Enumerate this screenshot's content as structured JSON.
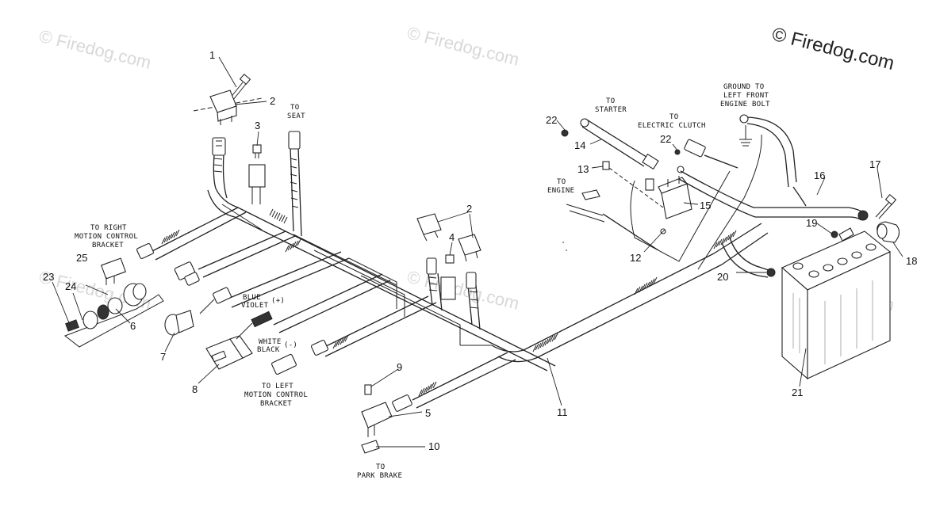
{
  "watermark": {
    "main": "© Firedog.com",
    "faint": "© Firedog.com"
  },
  "callouts": [
    "1",
    "2",
    "3",
    "2",
    "4",
    "5",
    "6",
    "7",
    "8",
    "9",
    "10",
    "11",
    "12",
    "13",
    "14",
    "15",
    "16",
    "17",
    "18",
    "19",
    "20",
    "21",
    "22",
    "22",
    "23",
    "24",
    "25"
  ],
  "captions": {
    "to_seat": [
      "TO",
      "SEAT"
    ],
    "to_right": [
      "TO RIGHT",
      "MOTION CONTROL",
      "BRACKET"
    ],
    "to_left": [
      "TO LEFT",
      "MOTION CONTROL",
      "BRACKET"
    ],
    "to_starter": [
      "TO",
      "STARTER"
    ],
    "to_clutch": [
      "TO",
      "ELECTRIC CLUTCH"
    ],
    "ground": [
      "GROUND TO",
      "LEFT FRONT",
      "ENGINE BOLT"
    ],
    "to_engine": [
      "TO",
      "ENGINE"
    ],
    "to_park": [
      "TO",
      "PARK BRAKE"
    ],
    "blue": "BLUE",
    "violet": "VIOLET",
    "plus": "(+)",
    "white": "WHITE",
    "black": "BLACK",
    "minus": "(-)"
  }
}
